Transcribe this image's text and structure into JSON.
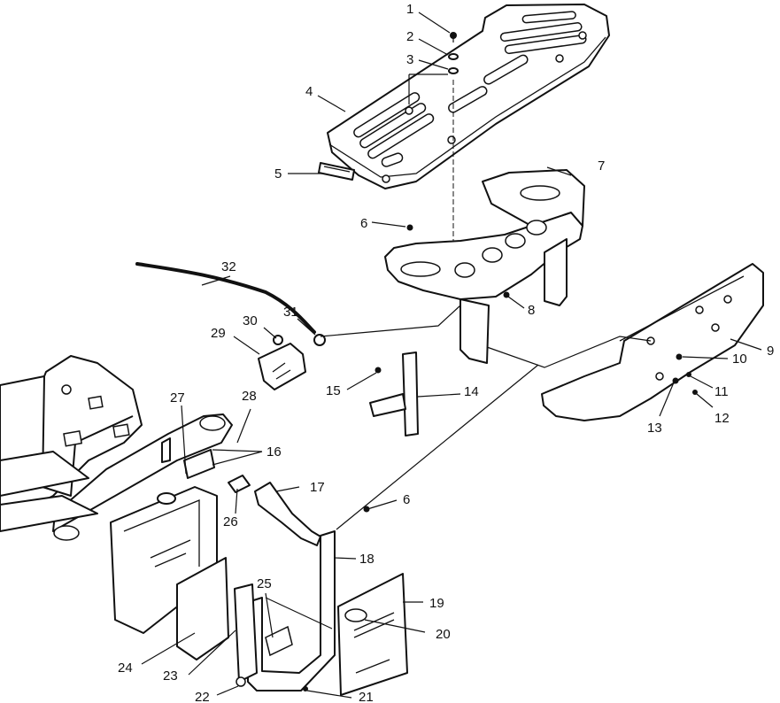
{
  "callouts": {
    "c1": "1",
    "c2": "2",
    "c3": "3",
    "c4": "4",
    "c5": "5",
    "c6a": "6",
    "c6b": "6",
    "c7": "7",
    "c8": "8",
    "c9": "9",
    "c10": "10",
    "c11": "11",
    "c12": "12",
    "c13": "13",
    "c14": "14",
    "c15": "15",
    "c16": "16",
    "c17": "17",
    "c18": "18",
    "c19": "19",
    "c20": "20",
    "c21": "21",
    "c22": "22",
    "c23": "23",
    "c24": "24",
    "c25": "25",
    "c26": "26",
    "c27": "27",
    "c28": "28",
    "c29": "29",
    "c30": "30",
    "c31": "31",
    "c32": "32"
  }
}
